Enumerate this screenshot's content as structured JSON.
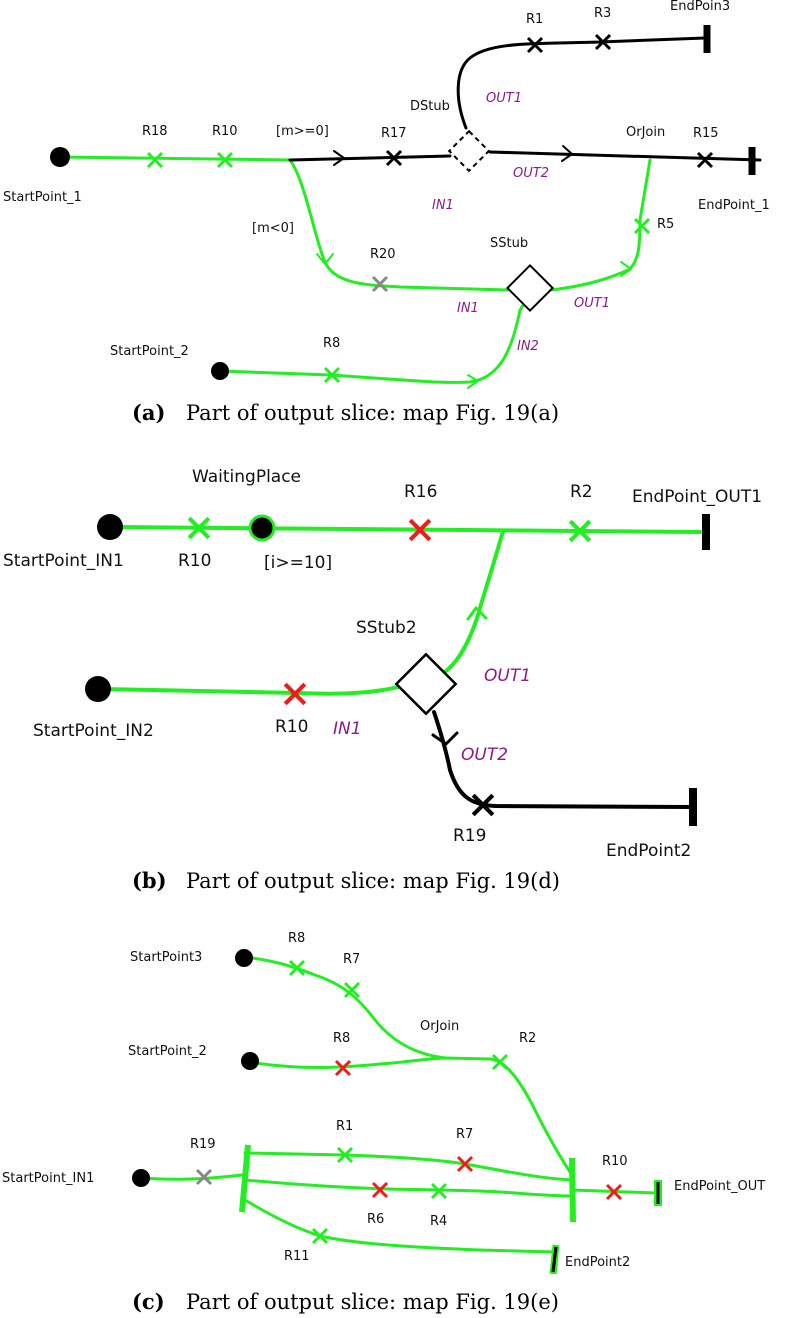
{
  "colors": {
    "active_path": "#22ee22",
    "inactive_path": "#000000",
    "port_label": "#8b1a8b",
    "responsibility_red": "#ee1c1c",
    "responsibility_gray": "#888888"
  },
  "panel_a": {
    "caption_letter": "(a)",
    "caption_text": "Part of output slice: map Fig. 19(a)",
    "start_point_1": "StartPoint_1",
    "start_point_2": "StartPoint_2",
    "r18": "R18",
    "r10": "R10",
    "r17": "R17",
    "r1": "R1",
    "r3": "R3",
    "end_poin3": "EndPoin3",
    "dstub": "DStub",
    "out1_top": "OUT1",
    "guard_ge": "[m>=0]",
    "guard_lt": "[m<0]",
    "out2": "OUT2",
    "orjoin": "OrJoin",
    "r15": "R15",
    "endpoint_1": "EndPoint_1",
    "in1_dstub": "IN1",
    "r5": "R5",
    "r20": "R20",
    "sstub": "SStub",
    "in1_sstub": "IN1",
    "out1_sstub": "OUT1",
    "in2": "IN2",
    "r8": "R8"
  },
  "panel_b": {
    "caption_letter": "(b)",
    "caption_text": "Part of output slice: map Fig. 19(d)",
    "waiting_place": "WaitingPlace",
    "r16": "R16",
    "r2": "R2",
    "endpoint_out1": "EndPoint_OUT1",
    "startpoint_in1": "StartPoint_IN1",
    "r10_top": "R10",
    "guard": "[i>=10]",
    "sstub2": "SStub2",
    "out1": "OUT1",
    "startpoint_in2": "StartPoint_IN2",
    "r10_bottom": "R10",
    "in1": "IN1",
    "out2": "OUT2",
    "r19": "R19",
    "endpoint2": "EndPoint2"
  },
  "panel_c": {
    "caption_letter": "(c)",
    "caption_text": "Part of output slice: map Fig. 19(e)",
    "startpoint3": "StartPoint3",
    "r8_top": "R8",
    "r7_top": "R7",
    "orjoin": "OrJoin",
    "startpoint_2": "StartPoint_2",
    "r8_mid": "R8",
    "r2": "R2",
    "r19": "R19",
    "r1": "R1",
    "r7_mid": "R7",
    "r10": "R10",
    "startpoint_in1": "StartPoint_IN1",
    "endpoint_out": "EndPoint_OUT",
    "r6": "R6",
    "r4": "R4",
    "r11": "R11",
    "endpoint2": "EndPoint2"
  }
}
